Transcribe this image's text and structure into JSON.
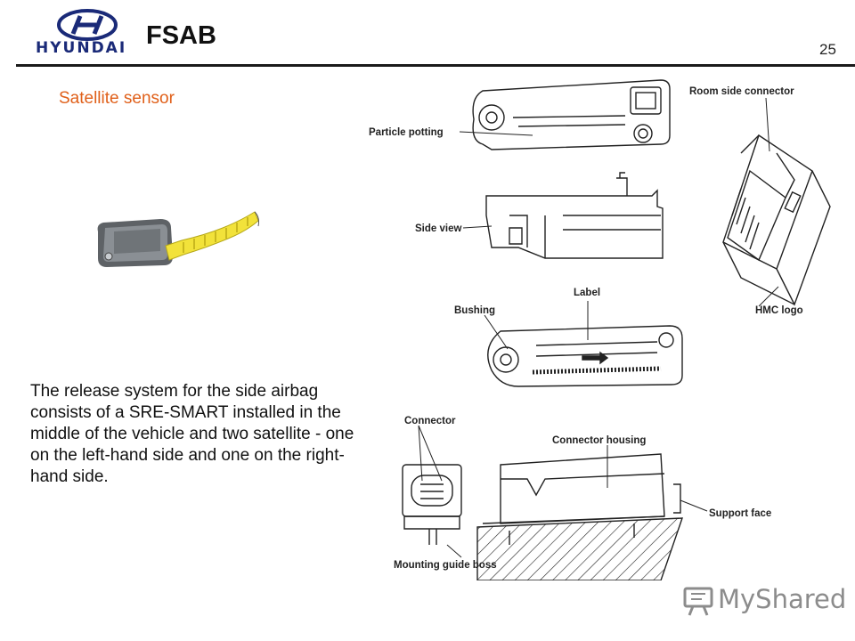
{
  "header": {
    "brand": "HYUNDAI",
    "title": "FSAB",
    "slide_number": "25"
  },
  "section_title": "Satellite sensor",
  "body_text": "The release system for the side airbag consists of a SRE-SMART installed in the middle of the vehicle and two satellite - one on the left-hand side and one on the right-hand side.",
  "diagram": {
    "labels": {
      "room_side_connector": "Room side connector",
      "particle_potting": "Particle potting",
      "side_view": "Side view",
      "label": "Label",
      "bushing": "Bushing",
      "hmc_logo": "HMC logo",
      "connector": "Connector",
      "connector_housing": "Connector housing",
      "support_face": "Support face",
      "mounting_guide_boss": "Mounting guide boss"
    }
  },
  "watermark": {
    "text": "MyShared",
    "icon": "presentation-board-icon"
  },
  "colors": {
    "accent": "#e0601a",
    "brand": "#1a2a78",
    "cable": "#f2e23a"
  }
}
